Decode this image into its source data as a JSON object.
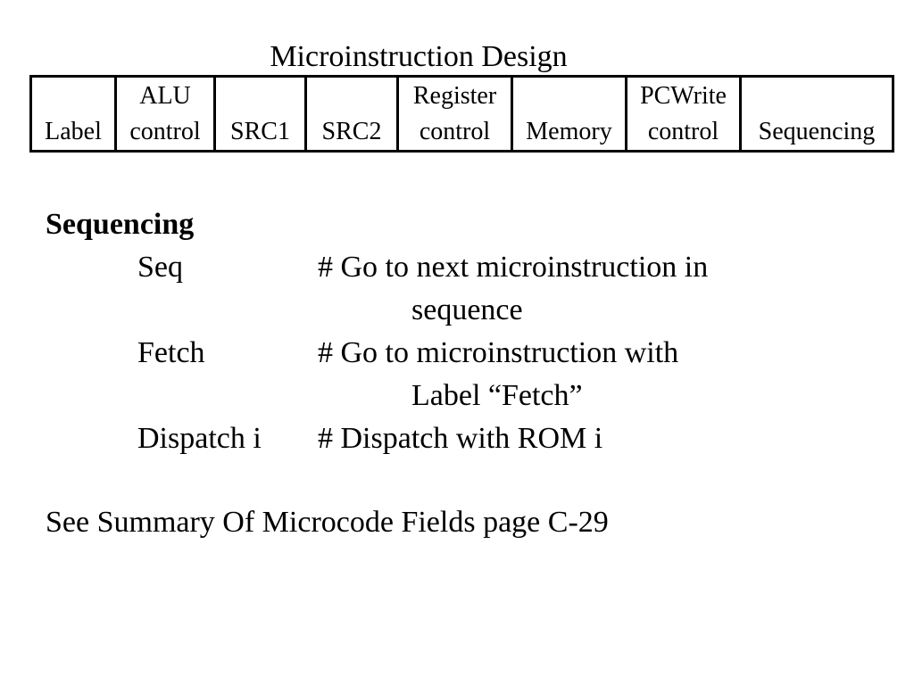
{
  "title": "Microinstruction Design",
  "fields_table": {
    "columns": [
      {
        "line1": "",
        "line2": "Label"
      },
      {
        "line1": "ALU",
        "line2": "control"
      },
      {
        "line1": "",
        "line2": "SRC1"
      },
      {
        "line1": "",
        "line2": "SRC2"
      },
      {
        "line1": "Register",
        "line2": "control"
      },
      {
        "line1": "",
        "line2": "Memory"
      },
      {
        "line1": "PCWrite",
        "line2": "control"
      },
      {
        "line1": "",
        "line2": "Sequencing"
      }
    ]
  },
  "sequencing": {
    "heading": "Sequencing",
    "items": [
      {
        "command": "Seq",
        "description": "# Go to next microinstruction in",
        "continuation": "sequence"
      },
      {
        "command": "Fetch",
        "description": "# Go to microinstruction with",
        "continuation": "Label “Fetch”"
      },
      {
        "command": "Dispatch i",
        "description": "# Dispatch with ROM i",
        "continuation": ""
      }
    ]
  },
  "summary_note": "See Summary Of Microcode Fields page C-29"
}
